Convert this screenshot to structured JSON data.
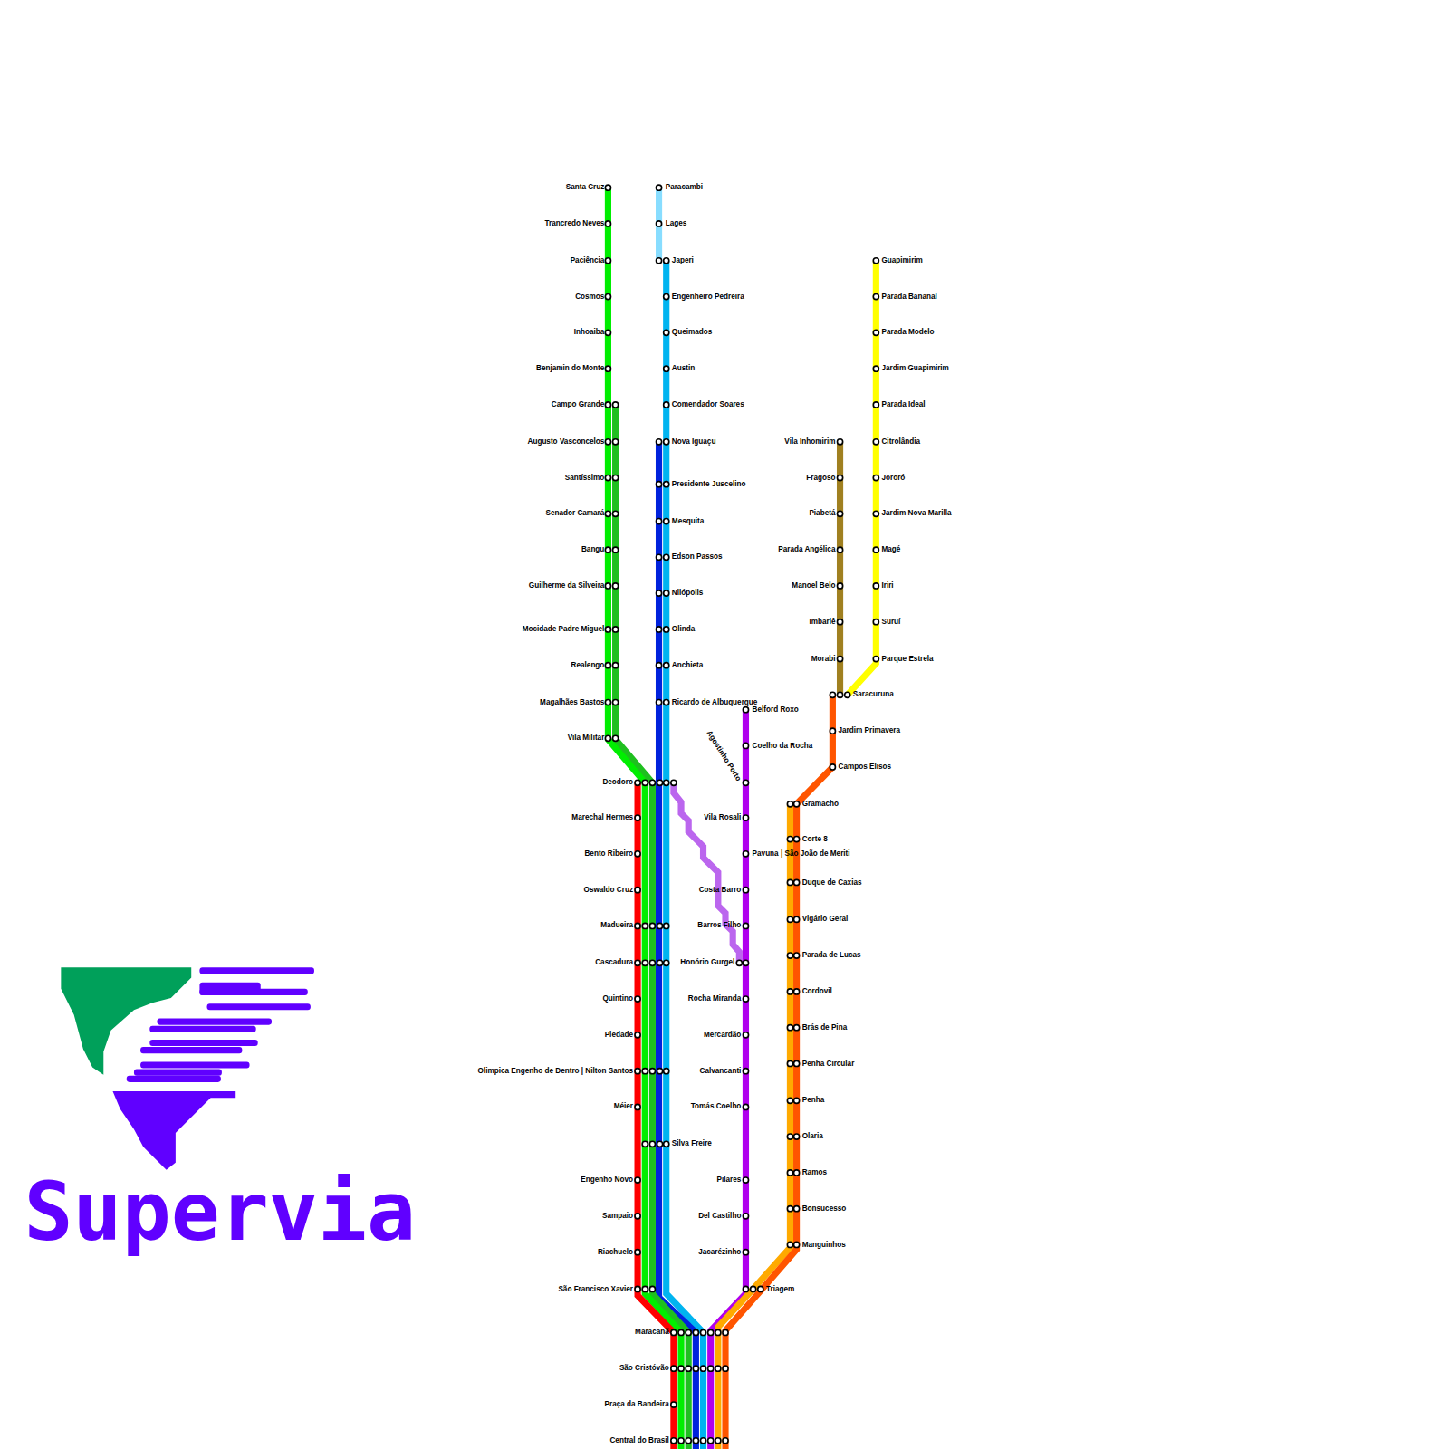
{
  "diagram": {
    "labels": [
      "Santa Cruz",
      "Trancredo Neves",
      "Paciência",
      "Cosmos",
      "Inhoaiba",
      "Benjamin do Monte",
      "Campo Grande",
      "Augusto Vasconcelos",
      "Santíssimo",
      "Senador Camará",
      "Bangu",
      "Guilherme da Silveira",
      "Mocidade Padre Miguel",
      "Realengo",
      "Magalhães Bastos",
      "Vila Militar",
      "Paracambi",
      "Lages",
      "Japeri",
      "Engenheiro Pedreira",
      "Queimados",
      "Austin",
      "Comendador Soares",
      "Nova Iguaçu",
      "Presidente Juscelino",
      "Mesquita",
      "Edson Passos",
      "Nilópolis",
      "Olinda",
      "Anchieta",
      "Ricardo de Albuquerque",
      "Belford Roxo",
      "Coelho da Rocha",
      "Agostinho Porto",
      "Vila Rosali",
      "Pavuna | São João de Meriti",
      "Costa Barro",
      "Barros Filho",
      "Honório Gurgel",
      "Rocha Miranda",
      "Mercardão",
      "Calvancanti",
      "Tomás Coelho",
      "Pilares",
      "Del Castilho",
      "Jacarézinho",
      "Triagem",
      "Deodoro",
      "Marechal Hermes",
      "Bento Ribeiro",
      "Oswaldo Cruz",
      "Madueira",
      "Cascadura",
      "Quintino",
      "Piedade",
      "Olimpica Engenho de Dentro | Nilton Santos",
      "Méier",
      "Silva Freire",
      "Engenho Novo",
      "Sampaio",
      "Riachuelo",
      "São Francisco Xavier",
      "Maracanã",
      "São Cristóvão",
      "Praça da Bandeira",
      "Central do Brasil",
      "Gramacho",
      "Corte 8",
      "Duque de Caxias",
      "Vigário Geral",
      "Parada de Lucas",
      "Cordovil",
      "Brás de Pina",
      "Penha Circular",
      "Penha",
      "Olaria",
      "Ramos",
      "Bonsucesso",
      "Manguinhos",
      "Vila Inhomirim",
      "Fragoso",
      "Piabetá",
      "Parada Angélica",
      "Manoel Belo",
      "Imbariê",
      "Morabi",
      "Saracuruna",
      "Jardim Primavera",
      "Campos Elisos",
      "Guapimirim",
      "Parada Bananal",
      "Parada Modelo",
      "Jardim Guapimirim",
      "Parada Ideal",
      "Citrolândia",
      "Jororó",
      "Jardim Nova Marilla",
      "Magé",
      "Iriri",
      "Suruí",
      "Parque Estrela",
      "Supervia"
    ]
  }
}
